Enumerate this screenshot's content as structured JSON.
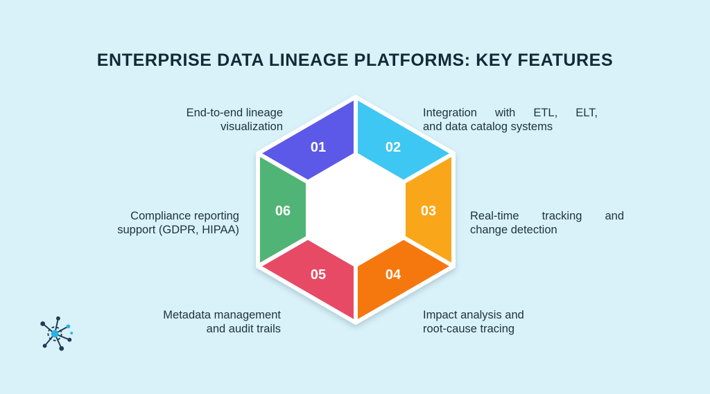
{
  "page": {
    "title": "ENTERPRISE DATA LINEAGE PLATFORMS: KEY FEATURES",
    "background_color": "#d9f1f9",
    "title_color": "#112b36",
    "text_color": "#1c333e",
    "separator_color": "#ffffff"
  },
  "segments": [
    {
      "number": "01",
      "color": "#5c59e8",
      "position": "top-left",
      "label_lines": [
        "End-to-end lineage",
        "visualization"
      ]
    },
    {
      "number": "02",
      "color": "#3ec7f2",
      "position": "top-right",
      "label_lines": [
        "Integration with ETL, ELT,",
        "and data catalog systems"
      ]
    },
    {
      "number": "03",
      "color": "#f9a61a",
      "position": "right",
      "label_lines": [
        "Real-time tracking and",
        "change detection"
      ]
    },
    {
      "number": "04",
      "color": "#f5780e",
      "position": "bottom-right",
      "label_lines": [
        "Impact analysis and",
        "root-cause tracing"
      ]
    },
    {
      "number": "05",
      "color": "#e64a64",
      "position": "bottom-left",
      "label_lines": [
        "Metadata management",
        "and audit trails"
      ]
    },
    {
      "number": "06",
      "color": "#4fb475",
      "position": "left",
      "label_lines": [
        "Compliance reporting",
        "support (GDPR, HIPAA)"
      ]
    }
  ],
  "logo": {
    "name": "data-network-logo",
    "primary_color": "#1d3d52",
    "accent_color": "#29b2e8"
  }
}
